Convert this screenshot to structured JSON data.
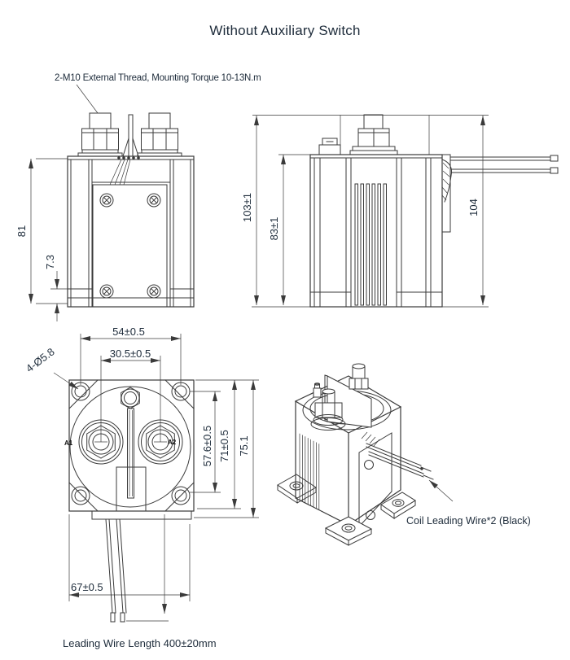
{
  "title": "Without Auxiliary Switch",
  "notes": {
    "thread": "2-M10 External Thread, Mounting Torque 10-13N.m",
    "coil_wire": "Coil Leading Wire*2 (Black)",
    "wire_length": "Leading Wire Length 400±20mm"
  },
  "front_view": {
    "dims": {
      "overall_height": "81",
      "base_height": "7.3"
    }
  },
  "side_view": {
    "dims": {
      "overall_height": "103±1",
      "body_height": "83±1",
      "wire_height": "104"
    }
  },
  "top_view": {
    "terminals": {
      "a1": "A1",
      "a2": "A2"
    },
    "dims": {
      "mount_hole_note": "4-Ø5.8",
      "hole_spacing_x": "54±0.5",
      "terminal_spacing": "30.5±0.5",
      "hole_spacing_y": "57.6±0.5",
      "body_width": "71±0.5",
      "overall_width": "75.1",
      "base_width": "67±0.5"
    }
  },
  "colors": {
    "line": "#3a3a3a",
    "text": "#1d2b3a"
  }
}
